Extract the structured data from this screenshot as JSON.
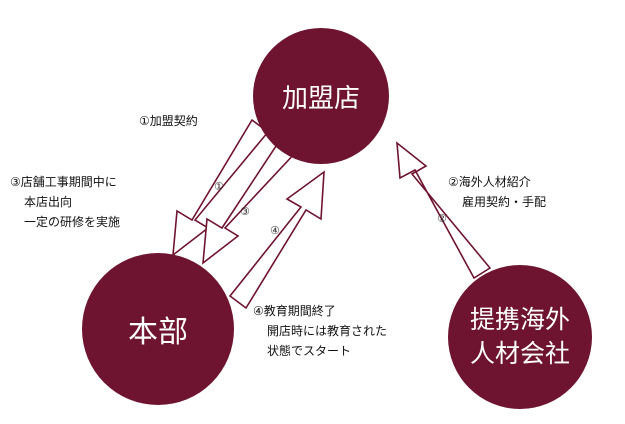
{
  "colors": {
    "node_fill": "#6e1430",
    "arrow_stroke": "#6e1430",
    "arrow_fill": "#ffffff"
  },
  "nodes": {
    "franchise": "加盟店",
    "headquarters": "本部",
    "partner": "提携海外\n人材会社"
  },
  "annotations": {
    "step1": [
      "①加盟契約"
    ],
    "step3": [
      "③店舗工事期間中に",
      "本店出向",
      "一定の研修を実施"
    ],
    "step2": [
      "②海外人材紹介",
      "雇用契約・手配"
    ],
    "step4": [
      "④教育期間終了",
      "開店時には教育された",
      "状態でスタート"
    ]
  },
  "arrow_labels": {
    "a1": "①",
    "a3": "③",
    "a4": "④",
    "a2": "②"
  }
}
